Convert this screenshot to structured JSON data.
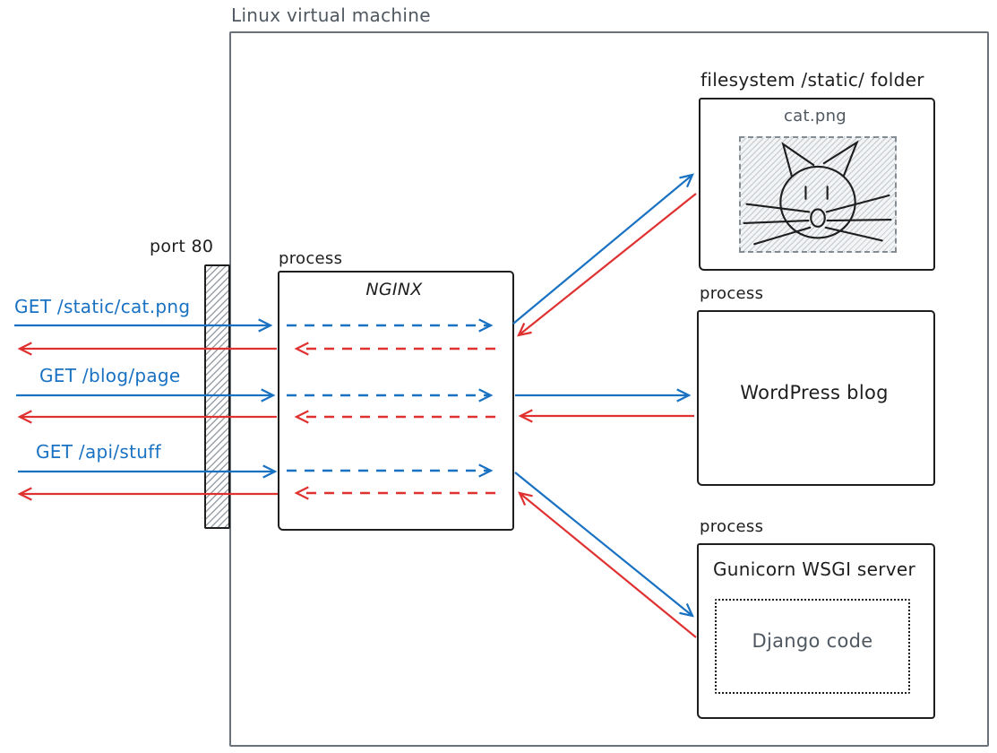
{
  "vm": {
    "title": "Linux virtual machine"
  },
  "port": {
    "label": "port 80"
  },
  "nginx": {
    "process_label": "process",
    "name": "NGINX"
  },
  "filesystem": {
    "title": "filesystem /static/ folder",
    "file_name": "cat.png"
  },
  "wordpress": {
    "process_label": "process",
    "name": "WordPress blog"
  },
  "gunicorn": {
    "process_label": "process",
    "name": "Gunicorn WSGI server",
    "code_label": "Django code"
  },
  "requests": [
    {
      "label": "GET /static/cat.png"
    },
    {
      "label": "GET /blog/page"
    },
    {
      "label": "GET /api/stuff"
    }
  ],
  "icons": {
    "cat_drawing": "hand-drawn-cat-face"
  },
  "colors": {
    "request_blue": "#1971c2",
    "response_red": "#e03131",
    "ink": "#1e1e1e",
    "muted_gray": "#4f5860"
  }
}
